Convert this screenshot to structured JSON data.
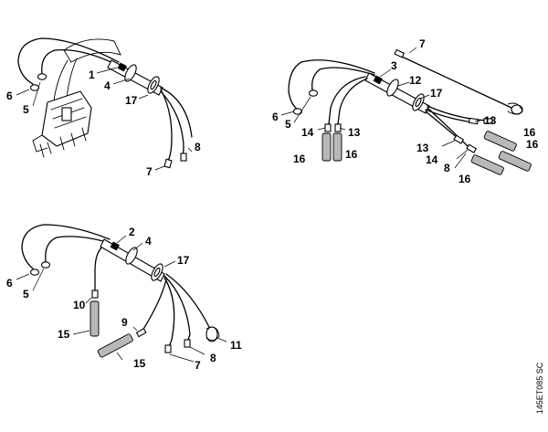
{
  "diagram": {
    "doc_code": "145ET085 SC",
    "assemblies": [
      {
        "id": "top-left",
        "callouts": [
          {
            "id": "1",
            "text": "1"
          },
          {
            "id": "4",
            "text": "4"
          },
          {
            "id": "17",
            "text": "17"
          },
          {
            "id": "8",
            "text": "8"
          },
          {
            "id": "7",
            "text": "7"
          },
          {
            "id": "6",
            "text": "6"
          },
          {
            "id": "5",
            "text": "5"
          }
        ]
      },
      {
        "id": "top-right",
        "callouts": [
          {
            "id": "7",
            "text": "7"
          },
          {
            "id": "3",
            "text": "3"
          },
          {
            "id": "12",
            "text": "12"
          },
          {
            "id": "17",
            "text": "17"
          },
          {
            "id": "6",
            "text": "6"
          },
          {
            "id": "5",
            "text": "5"
          },
          {
            "id": "14a",
            "text": "14"
          },
          {
            "id": "13a",
            "text": "13"
          },
          {
            "id": "16a",
            "text": "16"
          },
          {
            "id": "16b",
            "text": "16"
          },
          {
            "id": "13b",
            "text": "13"
          },
          {
            "id": "16c",
            "text": "16"
          },
          {
            "id": "13c",
            "text": "13"
          },
          {
            "id": "14b",
            "text": "14"
          },
          {
            "id": "8",
            "text": "8"
          },
          {
            "id": "16d",
            "text": "16"
          },
          {
            "id": "16e",
            "text": "16"
          }
        ]
      },
      {
        "id": "bottom-left",
        "callouts": [
          {
            "id": "2",
            "text": "2"
          },
          {
            "id": "4",
            "text": "4"
          },
          {
            "id": "17",
            "text": "17"
          },
          {
            "id": "6",
            "text": "6"
          },
          {
            "id": "5",
            "text": "5"
          },
          {
            "id": "10",
            "text": "10"
          },
          {
            "id": "15a",
            "text": "15"
          },
          {
            "id": "9",
            "text": "9"
          },
          {
            "id": "15b",
            "text": "15"
          },
          {
            "id": "7",
            "text": "7"
          },
          {
            "id": "8",
            "text": "8"
          },
          {
            "id": "11",
            "text": "11"
          }
        ]
      }
    ]
  }
}
